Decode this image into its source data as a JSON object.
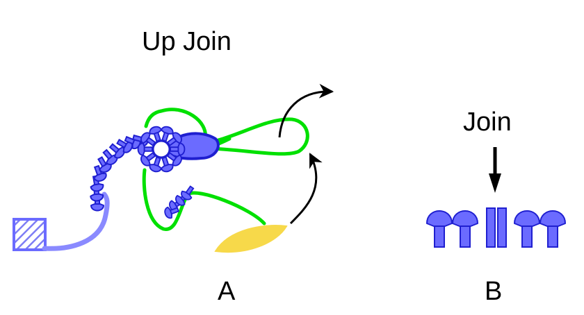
{
  "labels": {
    "panel_a_title": "Up Join",
    "panel_a_label": "A",
    "panel_b_title": "Join",
    "panel_b_label": "B"
  },
  "colors": {
    "blue_fill": "#6b6bff",
    "blue_stroke": "#1f1fd0",
    "tail": "#8a8aff",
    "green": "#00e000",
    "yellow": "#f7d94a",
    "arrow": "#000000"
  }
}
